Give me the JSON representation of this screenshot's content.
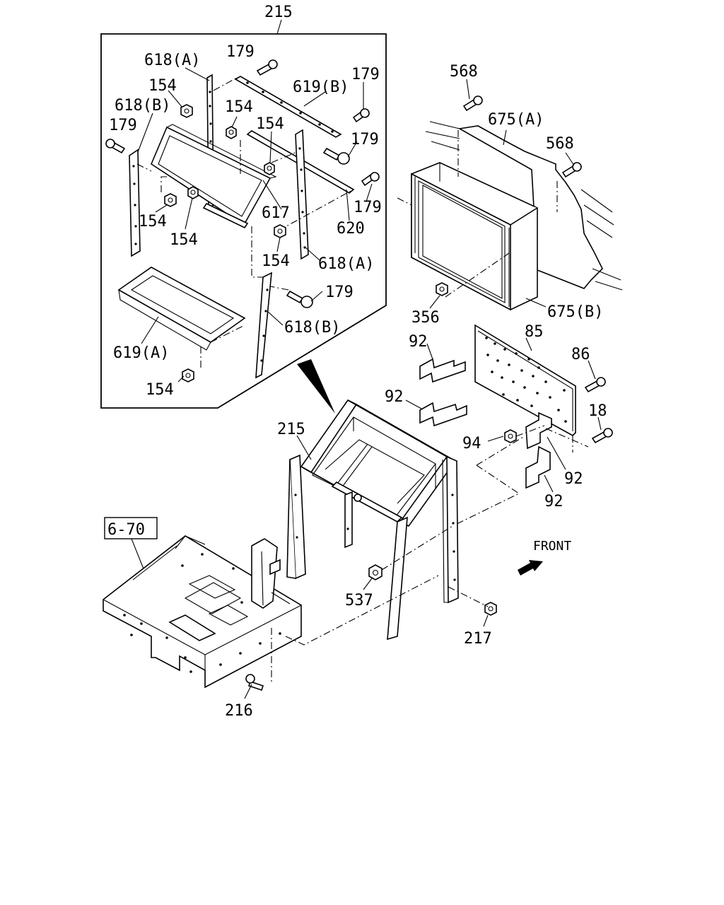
{
  "labels": {
    "callout_215_top": "215",
    "l_618A_top": "618(A)",
    "l_179_a": "179",
    "l_179_b": "179",
    "l_154_a": "154",
    "l_619B": "619(B)",
    "l_618B_top": "618(B)",
    "l_154_b": "154",
    "l_154_c": "154",
    "l_179_c": "179",
    "l_179_d": "179",
    "l_179_e": "179",
    "l_617": "617",
    "l_620": "620",
    "l_154_d": "154",
    "l_154_e": "154",
    "l_154_f": "154",
    "l_618A_mid": "618(A)",
    "l_179_f": "179",
    "l_618B_bot": "618(B)",
    "l_619A": "619(A)",
    "l_154_g": "154",
    "l_568_a": "568",
    "l_675A": "675(A)",
    "l_568_b": "568",
    "l_356": "356",
    "l_675B": "675(B)",
    "l_92_a": "92",
    "l_85": "85",
    "l_86": "86",
    "l_92_b": "92",
    "l_18": "18",
    "l_94": "94",
    "l_92_c": "92",
    "l_92_d": "92",
    "l_215_main": "215",
    "l_6_70": "6-70",
    "l_front": "FRONT",
    "l_537": "537",
    "l_217": "217",
    "l_216": "216"
  }
}
